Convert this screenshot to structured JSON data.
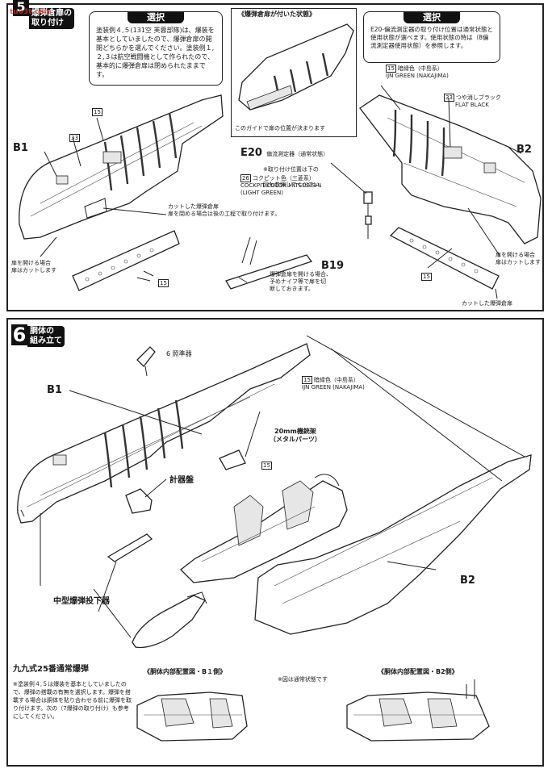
{
  "watermark": {
    "text": "tuo3t.com"
  },
  "step5": {
    "badge_partial": "5",
    "title_line1": "爆弾倉扉の",
    "title_line2": "取り付け",
    "select_left": {
      "head": "選択",
      "text": "塗装例４,５(131空 芙蓉部隊)は、爆装を基本としていましたので、爆弾倉扉の開閉どちらかを選んでください。塗装例１,２,３は航空戦闘機として作られたので、基本的に爆弾倉扉は閉められたままです。"
    },
    "inset": {
      "title": "《爆弾倉扉が付いた状態》",
      "caption": "このガイドで扉の位置が決まります"
    },
    "select_right": {
      "head": "選択",
      "text": "E20-偏流測定器の取り付け位置は通常状態と使用状態が選べます。使用状態の時は（8偏流測定器使用状態）を参照します。"
    },
    "color_right": {
      "num": "15",
      "jp": "暗緑色（中島系）",
      "en": "IJN GREEN (NAKAJIMA)"
    },
    "color_black": {
      "num": "33",
      "jp": "つや消しブラック",
      "en": "FLAT BLACK"
    },
    "e20": {
      "code": "E20",
      "jp": "偏流測定器（通常状態）",
      "note1": "※取り付け位置は下の",
      "note2": "図も参照してください。"
    },
    "cockpit": {
      "num": "26",
      "jp": "コクピット色（三菱系）",
      "en1": "COCKPIT COLOR MITSUBISHI",
      "en2": "(LIGHT GREEN)"
    },
    "cut_note_center": {
      "line1": "カットした爆弾倉扉",
      "line2": "扉を閉める場合は後の工程で取り付けます。"
    },
    "left_open_note": {
      "line1": "扉を開ける場合",
      "line2": "扉はカットします"
    },
    "right_open_note": {
      "line1": "扉を開ける場合",
      "line2": "扉はカットします"
    },
    "b19": {
      "code": "B19",
      "line1": "爆弾倉扉を開ける場合、",
      "line2": "予めナイフ等で扉を切",
      "line3": "断しておきます。"
    },
    "cut_door_bottom": "カットした爆弾倉扉",
    "labels": {
      "b1": "B1",
      "b2": "B2",
      "p15a": "15",
      "p15b": "15",
      "p15c": "15",
      "p33": "33"
    }
  },
  "step6": {
    "badge": "6",
    "title_line1": "胴体の",
    "title_line2": "組み立て",
    "sight": "6 照準器",
    "color": {
      "num": "15",
      "jp": "暗緑色（中島系）",
      "en": "IJN GREEN (NAKAJIMA)"
    },
    "b1": "B1",
    "b2": "B2",
    "gun_mount_line1": "20mm機銃架",
    "gun_mount_line2": "（メタルパーツ）",
    "gun_mount_num": "15",
    "instrument_panel": "計器盤",
    "bomb_release": "中型爆弾投下器",
    "bomb": {
      "title": "九九式25番通常爆弾",
      "text": "※塗装例４,５は爆装を基本としていましたので、爆弾の搭載の有無を選択します。爆弾を搭載する場合は胴体を貼り合わせる前に爆弾を取り付けます。次の（7爆弾の取り付け）も参考にしてください。"
    },
    "inner_b1": "《胴体内部配置図・B１側》",
    "note_normal": "※図は通常状態です",
    "inner_b2": "《胴体内部配置図・B2側》"
  }
}
